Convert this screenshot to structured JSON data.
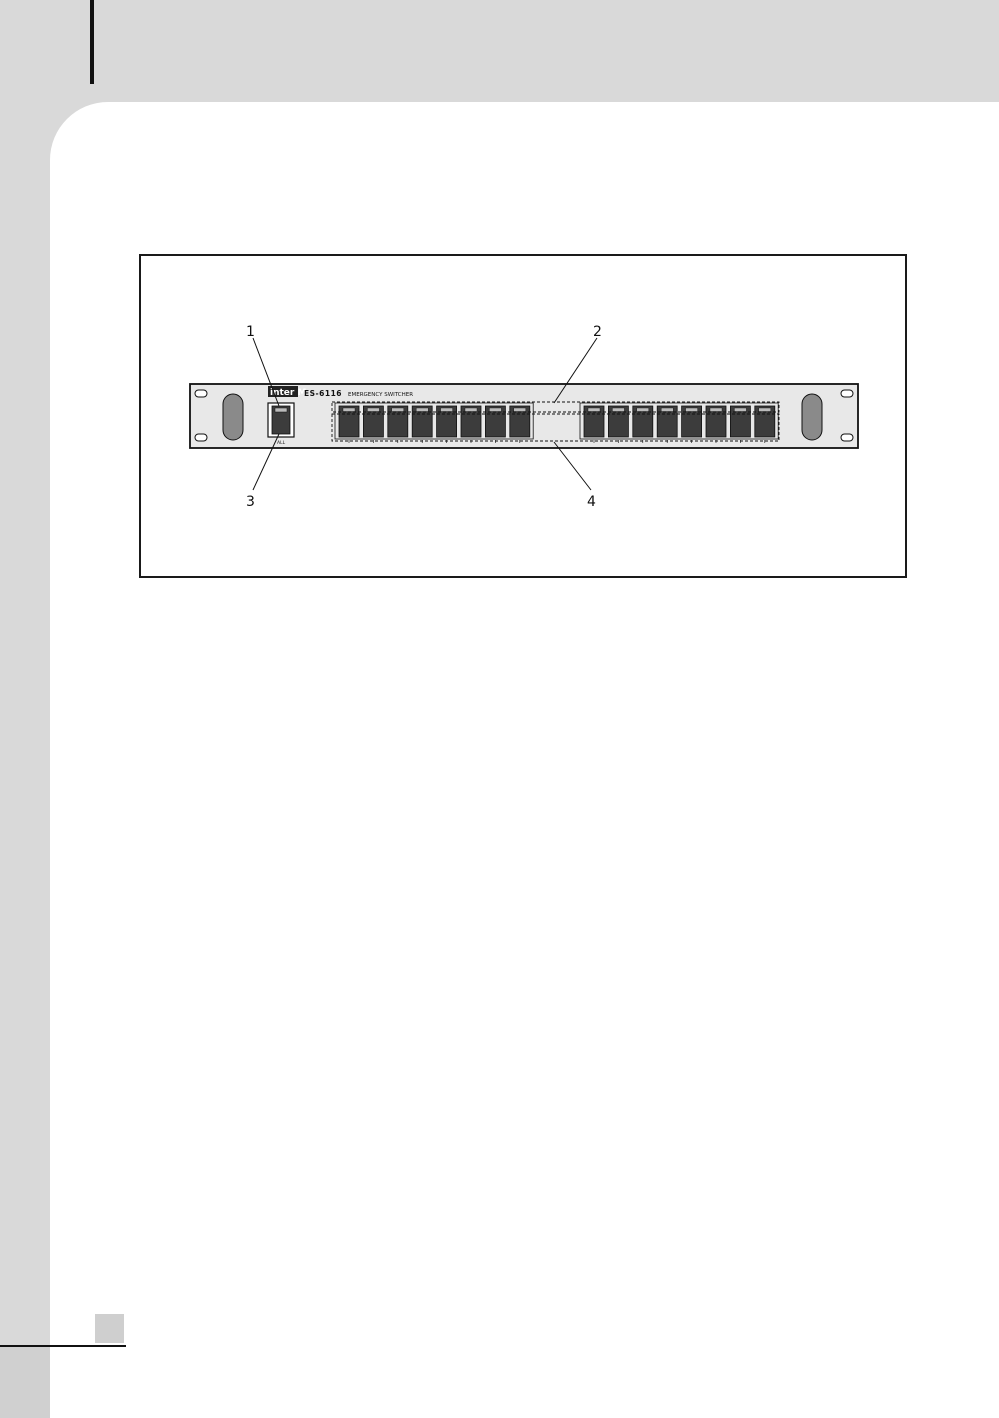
{
  "figure": {
    "callouts": [
      "1",
      "2",
      "3",
      "4"
    ],
    "panel": {
      "brand": "inter M",
      "model": "ES-6116",
      "description": "EMERGENCY SWITCHER",
      "all_label": "ALL",
      "switch_count_left_bank": 8,
      "switch_count_right_bank": 8
    }
  },
  "colors": {
    "page_background": "#d9d9d9",
    "sheet": "#ffffff",
    "panel_face": "#e8e8e8",
    "switch_dark": "#3c3c3c"
  },
  "icons": [
    "rack-ear-handle-icon",
    "mounting-slot-icon",
    "rocker-switch-icon"
  ]
}
